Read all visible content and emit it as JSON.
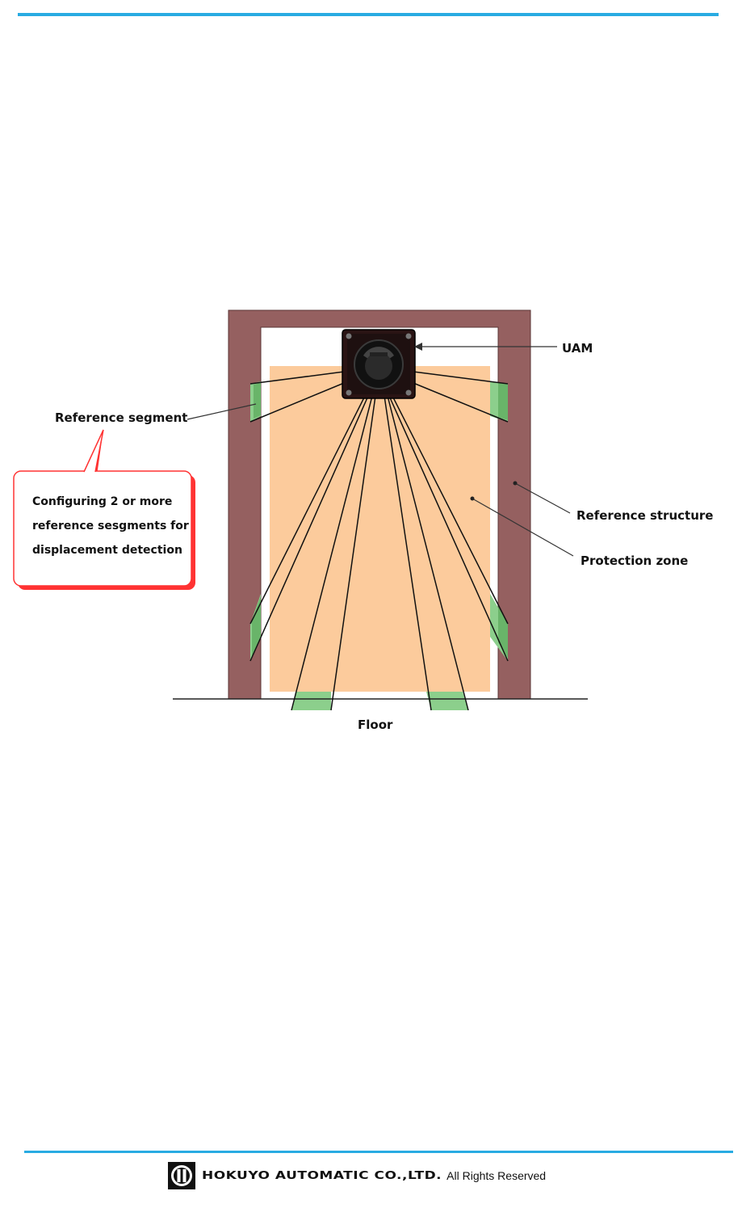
{
  "labels": {
    "uam": "UAM",
    "reference_segment": "Reference segment",
    "reference_structure": "Reference structure",
    "protection_zone": "Protection zone",
    "floor": "Floor"
  },
  "callout": {
    "lines": [
      "Configuring 2 or more",
      "reference sesgments for",
      "displacement detection"
    ]
  },
  "footer": {
    "company": "HOKUYO AUTOMATIC CO.,LTD.",
    "rights": "All Rights Reserved"
  },
  "colors": {
    "accent_rule": "#29abe2",
    "frame": "#956060",
    "protection_zone": "#fccb9c",
    "reference_segment": "#8ccf8c",
    "callout_border": "#ff3333"
  },
  "icons": {
    "sensor": "uam-sensor-icon",
    "logo": "hokuyo-logo-icon"
  }
}
